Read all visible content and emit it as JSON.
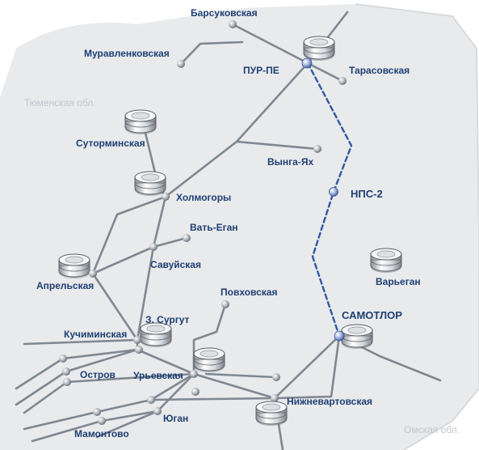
{
  "colors": {
    "land": "#e9eaec",
    "region_label": "#c2c7cd",
    "pipeline": "#7f8791",
    "pipeline_planned": "#2f5aa0",
    "label": "#1e3f73",
    "node": "#8d949c",
    "node_highlight": "#7d93c8"
  },
  "regions": {
    "tyumen": "Тюменская обл.",
    "omsk": "Омская обл."
  },
  "labels": {
    "barsukovskaya": "Барсуковская",
    "muravlenkovskaya": "Муравленковская",
    "pur_pe": "ПУР-ПЕ",
    "tarasovskaya": "Тарасовская",
    "sutorminskaya": "Суторминская",
    "vynga_yakh": "Вынга-Ях",
    "kholmogory": "Холмогоры",
    "nps_2": "НПС-2",
    "vat_egan": "Вать-Еган",
    "aprelskaya": "Апрельская",
    "savuyskaya": "Савуйская",
    "varegan": "Варьеган",
    "povkhovskaya": "Повховская",
    "z_surgut": "З. Сургут",
    "samotlor": "САМОТЛОР",
    "kuchiminskaya": "Кучиминская",
    "ostrov": "Остров",
    "uryevskaya": "Урьевская",
    "nizhnevartovskaya": "Нижневартовская",
    "yugan": "Юган",
    "mamontovo": "Мамонтово"
  },
  "icons": {
    "tank": "oil-storage-tank-icon",
    "node": "pumping-station-node-icon"
  }
}
